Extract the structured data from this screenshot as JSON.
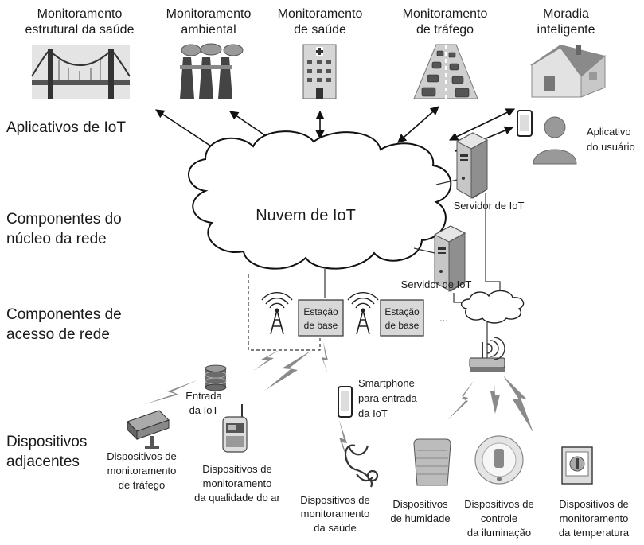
{
  "applications": {
    "structural": [
      "Monitoramento",
      "estrutural da saúde"
    ],
    "environmental": [
      "Monitoramento",
      "ambiental"
    ],
    "health": [
      "Monitoramento",
      "de saúde"
    ],
    "traffic": [
      "Monitoramento",
      "de tráfego"
    ],
    "smarthome": [
      "Moradia",
      "inteligente"
    ]
  },
  "layers": {
    "apps": "Aplicativos de IoT",
    "core": [
      "Componentes do",
      "núcleo da rede"
    ],
    "access": [
      "Componentes de",
      "acesso de rede"
    ],
    "devices": [
      "Dispositivos",
      "adjacentes"
    ]
  },
  "core": {
    "cloud": "Nuvem de IoT",
    "server1": "Servidor de IoT",
    "server2": "Servidor de IoT",
    "user_app": [
      "Aplicativo",
      "do usuário"
    ]
  },
  "access": {
    "base1": [
      "Estação",
      "de base"
    ],
    "base2": [
      "Estação",
      "de base"
    ],
    "ellipsis": "..."
  },
  "devices": {
    "gateway": [
      "Entrada",
      "da IoT"
    ],
    "smartphone": [
      "Smartphone",
      "para entrada",
      "da IoT"
    ],
    "traffic": [
      "Dispositivos de",
      "monitoramento",
      "de tráfego"
    ],
    "air": [
      "Dispositivos de",
      "monitoramento",
      "da qualidade do ar"
    ],
    "health": [
      "Dispositivos de",
      "monitoramento",
      "da saúde"
    ],
    "humidity": [
      "Dispositivos",
      "de humidade"
    ],
    "lighting": [
      "Dispositivos de",
      "controle",
      "da iluminação"
    ],
    "temperature": [
      "Dispositivos de",
      "monitoramento",
      "da temperatura"
    ]
  }
}
